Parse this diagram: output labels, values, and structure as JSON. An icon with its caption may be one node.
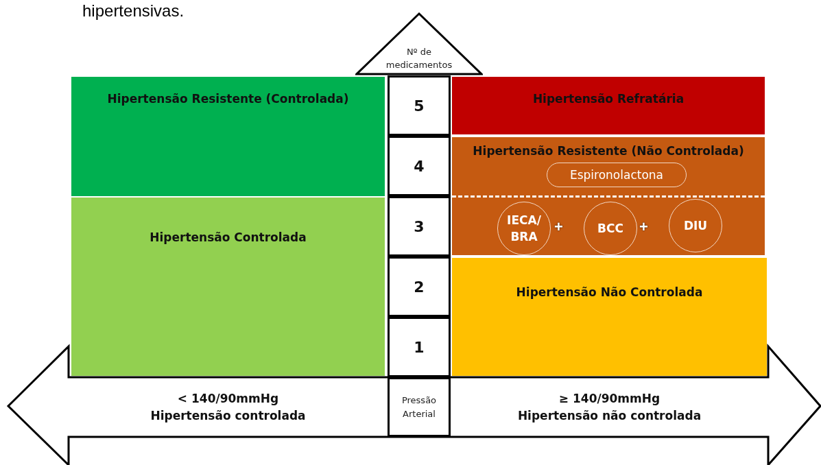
{
  "diagram": {
    "nodes": [
      {
        "text": [
          "Nº de medicamentos"
        ]
      },
      {
        "text": [
          "Hipertensão Resistente (Controlada)"
        ]
      },
      {
        "text": [
          "Hipertensão Controlada"
        ]
      },
      {
        "text": [
          "5"
        ]
      },
      {
        "text": [
          "4"
        ]
      },
      {
        "text": [
          "3"
        ]
      },
      {
        "text": [
          "2"
        ]
      },
      {
        "text": [
          "1"
        ]
      },
      {
        "text": [
          "Hipertensão Refratária"
        ]
      },
      {
        "text": [
          "Hipertensão Resistente (Não Controlada)"
        ]
      },
      {
        "text": [
          "Espironolactona"
        ],
        "in": 9
      },
      {
        "text": [
          "IECA/ BRA"
        ],
        "in": 9
      },
      {
        "text": [
          "BCC"
        ],
        "in": 9
      },
      {
        "text": [
          "DIU"
        ],
        "in": 9
      },
      {
        "text": [
          "Hipertensão Não Controlada"
        ]
      },
      {
        "text": [
          "< 140/90mmHg",
          "Hipertensão controlada"
        ]
      },
      {
        "text": [
          "Pressão Arterial"
        ]
      },
      {
        "text": [
          "≥ 140/90mmHg",
          "Hipertensão não controlada"
        ]
      }
    ],
    "edges": [],
    "labels": [
      "hipertensivas.",
      "+",
      "+"
    ]
  }
}
